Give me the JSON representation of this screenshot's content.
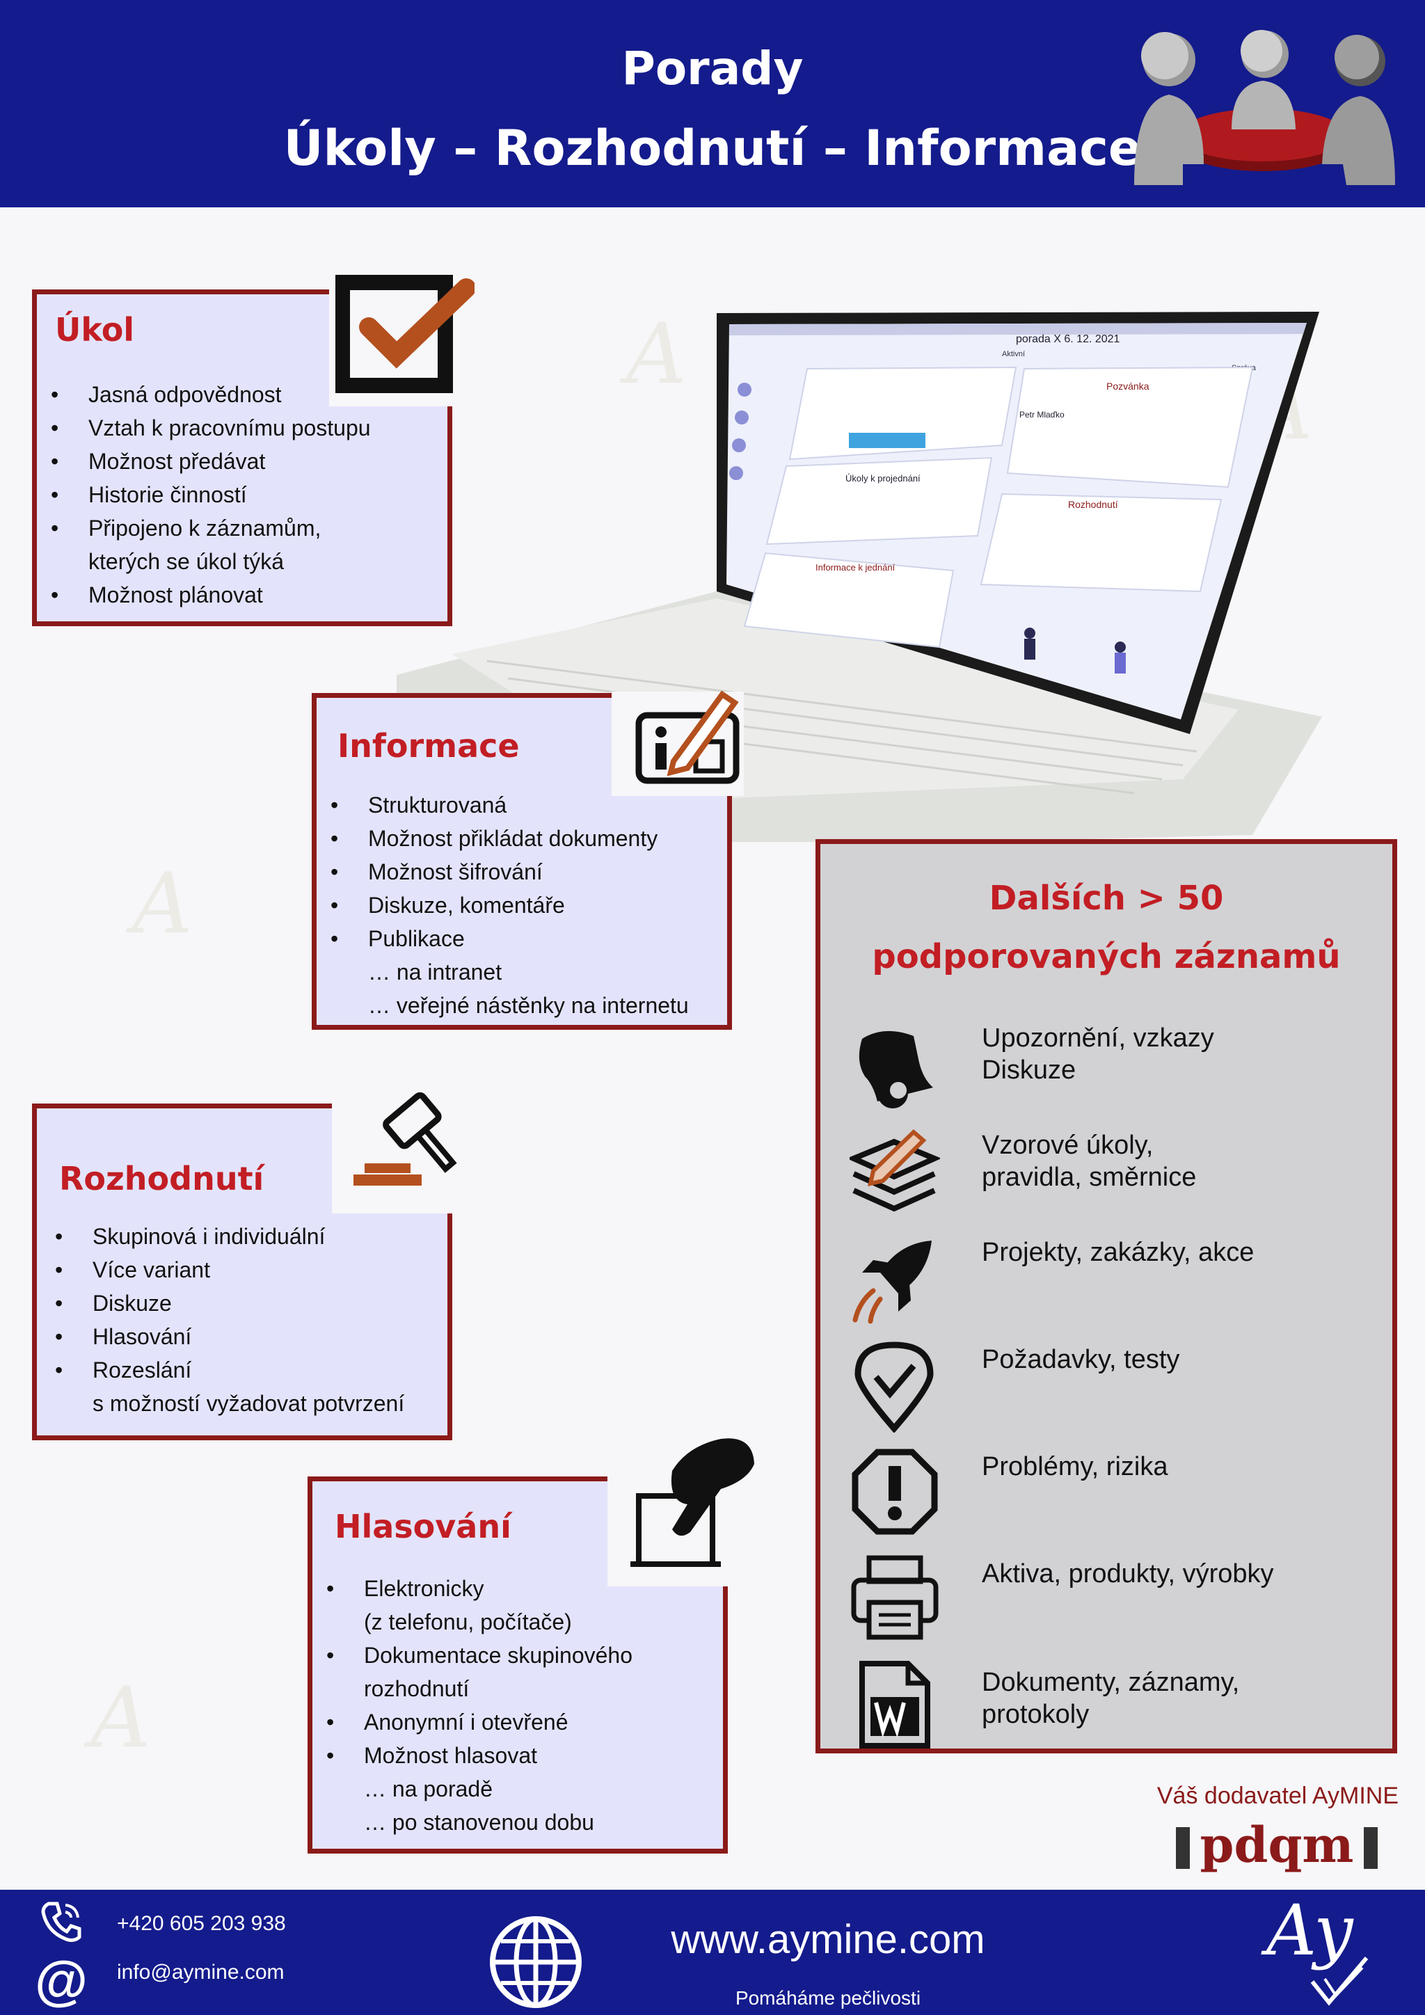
{
  "header": {
    "title_line1": "Porady",
    "title_line2": "Úkoly – Rozhodnutí – Informace"
  },
  "ukol": {
    "title": "Úkol",
    "items": [
      "Jasná odpovědnost",
      "Vztah k pracovnímu postupu",
      "Možnost předávat",
      "Historie činností",
      "Připojeno k záznamům,",
      "kterých se úkol týká",
      "Možnost plánovat"
    ]
  },
  "informace": {
    "title": "Informace",
    "items": [
      "Strukturovaná",
      "Možnost přikládat dokumenty",
      "Možnost šifrování",
      "Diskuze, komentáře",
      "Publikace",
      "… na intranet",
      "… veřejné nástěnky na internetu"
    ]
  },
  "rozhodnuti": {
    "title": "Rozhodnutí",
    "items": [
      "Skupinová i individuální",
      "Více variant",
      "Diskuze",
      "Hlasování",
      "Rozeslání",
      "s možností vyžadovat potvrzení"
    ]
  },
  "hlasovani": {
    "title": "Hlasování",
    "items": [
      "Elektronicky",
      "(z telefonu, počítače)",
      "Dokumentace skupinového",
      "rozhodnutí",
      "Anonymní i otevřené",
      "Možnost hlasovat",
      "… na poradě",
      "… po stanovenou dobu"
    ]
  },
  "records": {
    "title_line1": "Dalších > 50",
    "title_line2": "podporovaných záznamů",
    "items": [
      {
        "icon": "bell-icon",
        "l1": "Upozornění, vzkazy",
        "l2": "Diskuze"
      },
      {
        "icon": "stack-pencil-icon",
        "l1": "Vzorové úkoly,",
        "l2": "pravidla, směrnice"
      },
      {
        "icon": "rocket-icon",
        "l1": "Projekty, zakázky, akce",
        "l2": ""
      },
      {
        "icon": "location-check-icon",
        "l1": "Požadavky, testy",
        "l2": ""
      },
      {
        "icon": "warning-octagon-icon",
        "l1": "Problémy, rizika",
        "l2": ""
      },
      {
        "icon": "printer-icon",
        "l1": "Aktiva, produkty, výrobky",
        "l2": ""
      },
      {
        "icon": "word-document-icon",
        "l1": "Dokumenty, záznamy,",
        "l2": "protokoly"
      }
    ]
  },
  "laptop_screen": {
    "meeting_title": "porada X 6. 12. 2021",
    "status": "Aktivní",
    "invite": "Pozvánka",
    "tasks": "Úkoly k projednání",
    "decisions": "Rozhodnutí",
    "info": "Informace k jednání",
    "person": "Petr Mlaďko",
    "admin": "Správa"
  },
  "supplier": {
    "text": "Váš dodavatel AyMINE",
    "logo": "pdqm"
  },
  "footer": {
    "phone": "+420 605 203 938",
    "email": "info@aymine.com",
    "website": "www.aymine.com",
    "slogan": "Pomáháme pečlivosti",
    "logo": "Ay"
  },
  "colors": {
    "header_blue": "#141b8c",
    "accent_red": "#c21e24",
    "border_red": "#8b1a1a",
    "box_bg": "#e3e4fb",
    "grey_box": "#d2d2d5",
    "icon_orange": "#b4501e"
  }
}
